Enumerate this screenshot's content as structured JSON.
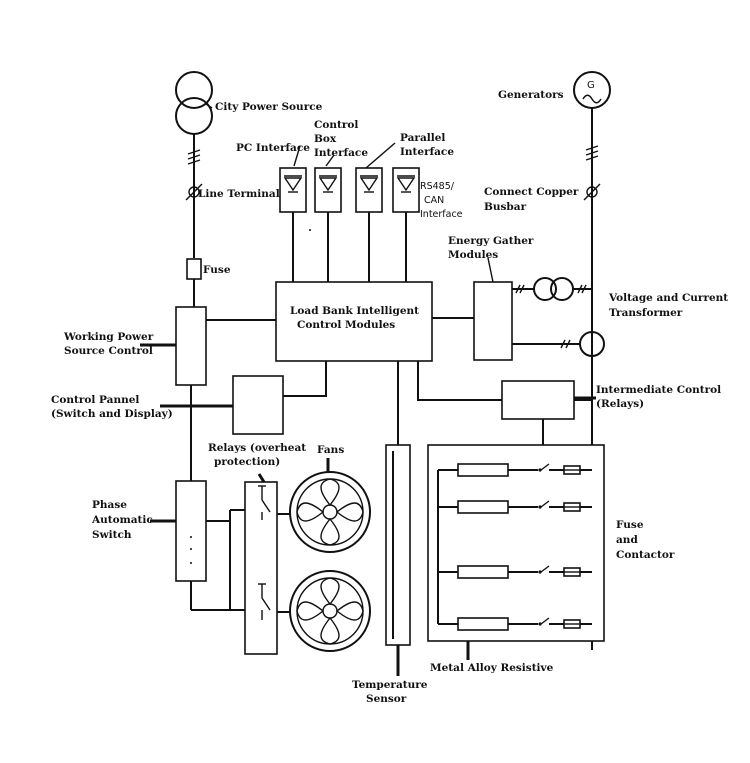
{
  "labels": {
    "city_power_source": "City Power Source",
    "pc_interface": "PC Interface",
    "control_box_interface": [
      "Control",
      "Box",
      "Interface"
    ],
    "parallel_interface": [
      "Parallel",
      "Interface"
    ],
    "rs485_can_interface": [
      "RS485/",
      "CAN",
      "Interface"
    ],
    "generators": "Generators",
    "generator_symbol": "G",
    "line_terminal": "Line Terminal",
    "connect_copper_busbar": [
      "Connect Copper",
      "Busbar"
    ],
    "energy_gather_modules": [
      "Energy Gather",
      "Modules"
    ],
    "fuse": "Fuse",
    "load_bank_control": [
      "Load Bank Intelligent",
      "Control Modules"
    ],
    "voltage_current_transformer": [
      "Voltage and Current",
      "Transformer"
    ],
    "working_power_source_control": [
      "Working Power",
      "Source Control"
    ],
    "control_panel": [
      "Control Pannel",
      "(Switch and Display)"
    ],
    "intermediate_control": [
      "Intermediate Control",
      "(Relays)"
    ],
    "relays_overheat": [
      "Relays  (overheat",
      "protection)"
    ],
    "fans": "Fans",
    "phase_automatic_switch": [
      "Phase",
      "Automatic",
      "Switch"
    ],
    "fuse_and_contactor": [
      "Fuse",
      "and",
      "Contactor"
    ],
    "metal_alloy_resistive": "Metal Alloy Resistive",
    "temperature_sensor": [
      "Temperature",
      "Sensor"
    ]
  }
}
